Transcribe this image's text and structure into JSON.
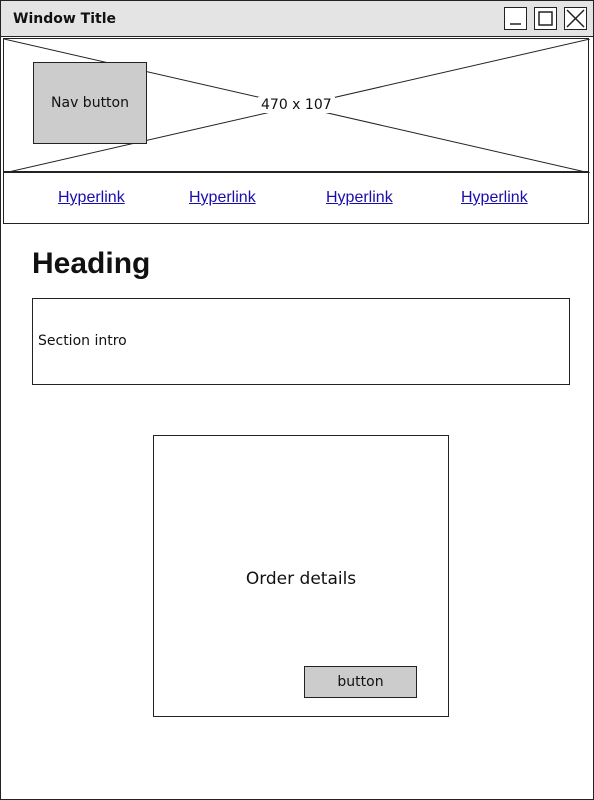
{
  "window": {
    "title": "Window Title",
    "controls": {
      "minimize_icon": "minimize-icon",
      "maximize_icon": "maximize-icon",
      "close_icon": "close-icon"
    }
  },
  "banner": {
    "placeholder_label": "470 x 107",
    "nav_button_label": "Nav button"
  },
  "links": {
    "items": [
      "Hyperlink",
      "Hyperlink",
      "Hyperlink",
      "Hyperlink"
    ],
    "color": "#1a0dab"
  },
  "main": {
    "heading": "Heading",
    "intro_text": "Section intro"
  },
  "order": {
    "title": "Order details",
    "button_label": "button"
  },
  "colors": {
    "titlebar_bg": "#e4e4e4",
    "button_bg": "#cccccc",
    "border": "#222222"
  }
}
